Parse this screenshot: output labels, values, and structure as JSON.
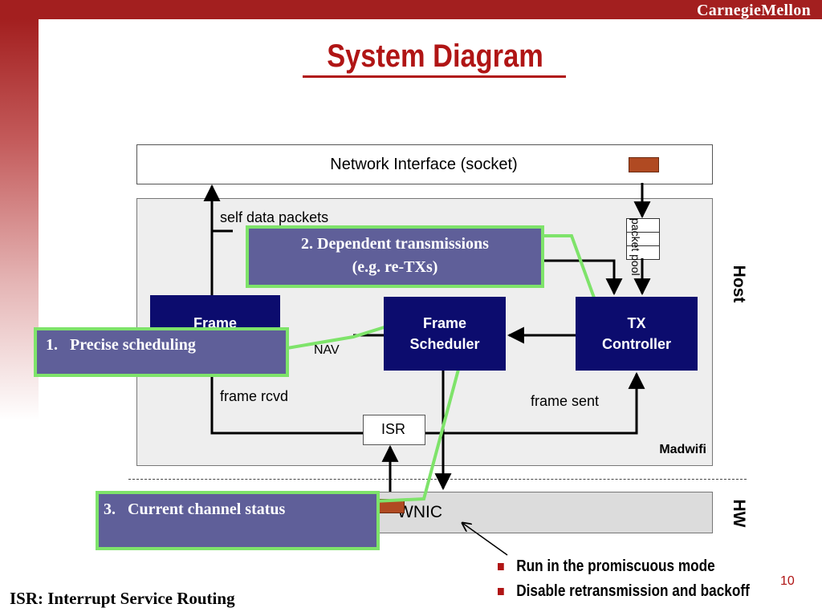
{
  "header": {
    "brand": "CarnegieMellon",
    "brand_color": "#a31f1f"
  },
  "slide": {
    "title": "System Diagram",
    "title_color": "#b01515",
    "page_number": "10"
  },
  "diagram": {
    "network_interface": "Network Interface (socket)",
    "region_madwifi": "Madwifi",
    "region_wnic": "WNIC",
    "layer_host": "Host",
    "layer_hw": "HW",
    "packet_pool": "packet pool",
    "blocks": {
      "frame_left": "Frame",
      "frame_scheduler_l1": "Frame",
      "frame_scheduler_l2": "Scheduler",
      "tx_controller_l1": "TX",
      "tx_controller_l2": "Controller",
      "isr": "ISR"
    },
    "edge_labels": {
      "self_data": "self data packets",
      "nav": "NAV",
      "frame_rcvd": "frame rcvd",
      "frame_sent": "frame sent"
    },
    "colors": {
      "block": "#0c0c6e",
      "callout_fill": "#5f5f99",
      "callout_border": "#7ee36a",
      "marker": "#b04a22"
    }
  },
  "callouts": {
    "c1": "1.   Precise scheduling",
    "c2_l1": "2. Dependent transmissions",
    "c2_l2": "(e.g. re-TXs)",
    "c3": "3.   Current channel status"
  },
  "bullets": [
    "Run in the promiscuous mode",
    "Disable retransmission and backoff"
  ],
  "footer": "ISR: Interrupt Service Routing"
}
